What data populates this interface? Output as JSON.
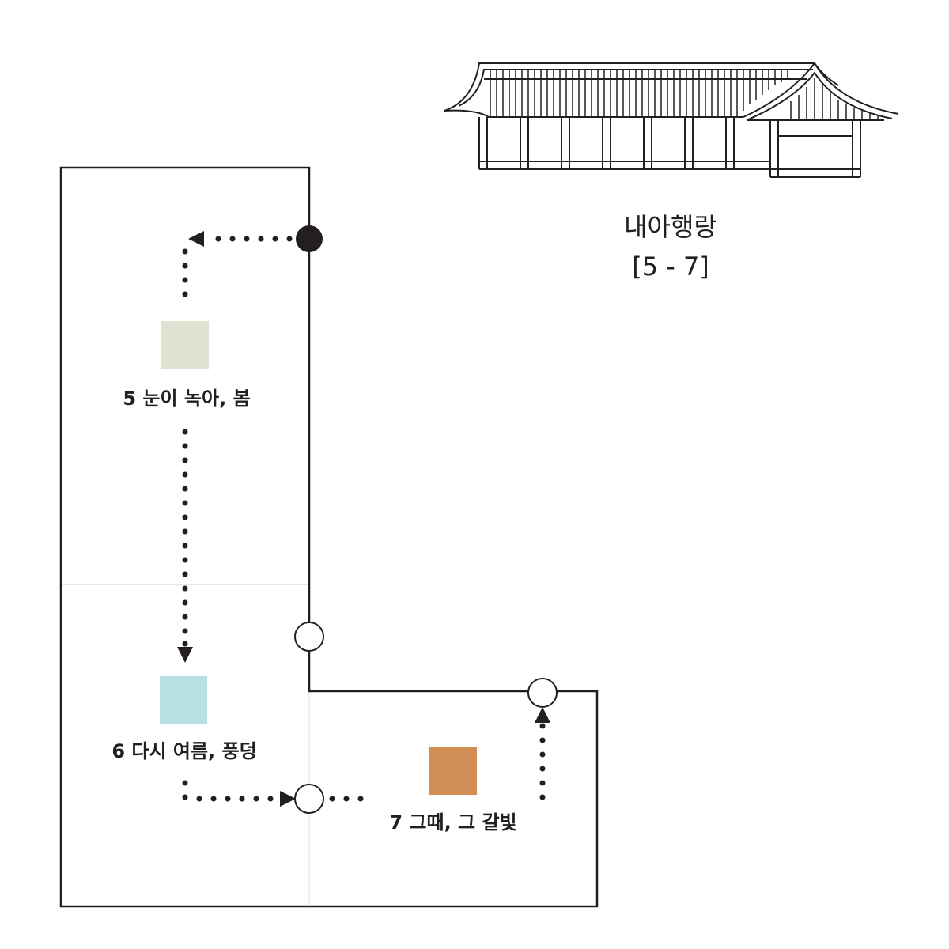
{
  "building": {
    "name": "내아행랑",
    "range": "[5 - 7]"
  },
  "rooms": [
    {
      "number": "5",
      "name": "눈이 녹아, 봄",
      "label": "5 눈이 녹아, 봄",
      "color": "#dfe3d1"
    },
    {
      "number": "6",
      "name": "다시 여름, 풍덩",
      "label": "6 다시 여름, 풍덩",
      "color": "#b7dfe4"
    },
    {
      "number": "7",
      "name": "그때, 그 갈빛",
      "label": "7 그때, 그 갈빛",
      "color": "#d08e55"
    }
  ],
  "markers": {
    "entrance": "filled-circle",
    "passage": "open-circle"
  },
  "colors": {
    "ink": "#231f20",
    "divider": "#cccccc",
    "background": "#ffffff"
  }
}
